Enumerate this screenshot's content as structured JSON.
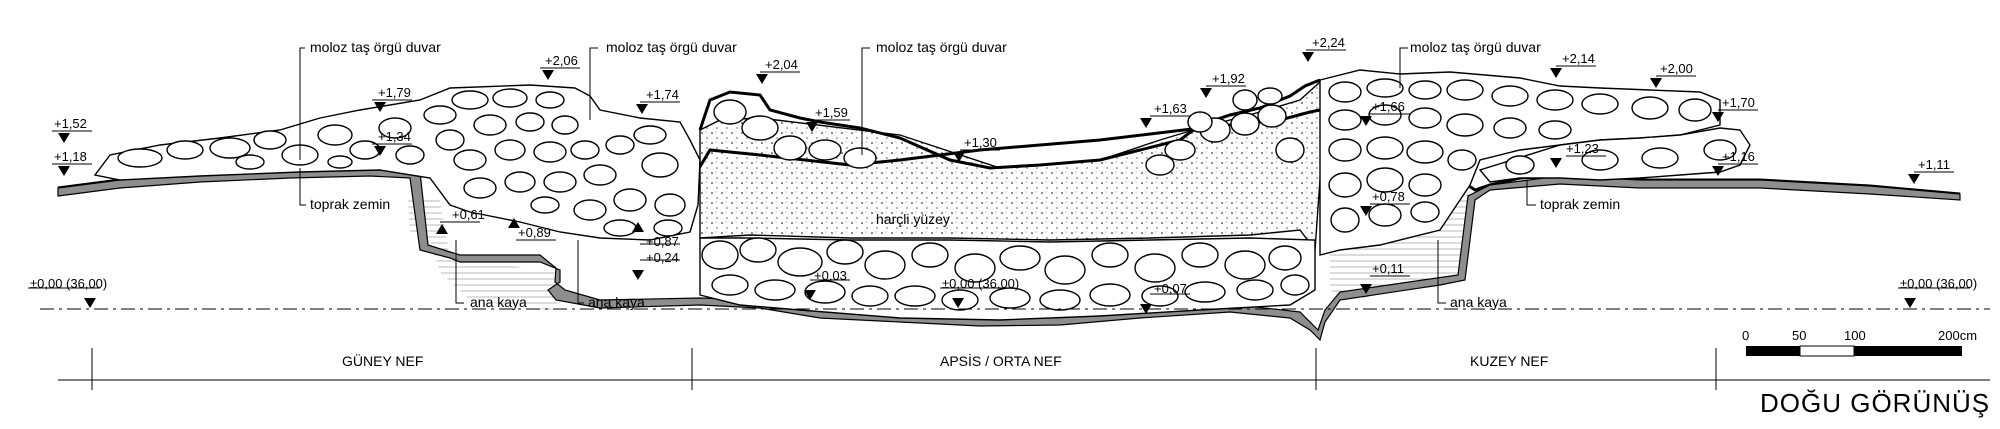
{
  "title": "DOĞU GÖRÜNÜŞ",
  "sections": [
    "GÜNEY NEF",
    "APSİS / ORTA NEF",
    "KUZEY NEF"
  ],
  "scale_bar": {
    "ticks": [
      "0",
      "50",
      "100",
      "200cm"
    ]
  },
  "annotations": {
    "wall1": "moloz taş örgü duvar",
    "wall2": "moloz taş örgü duvar",
    "wall3": "moloz taş örgü duvar",
    "wall4": "moloz taş örgü duvar",
    "soil1": "toprak zemin",
    "soil2": "toprak zemin",
    "mortar": "harçli yüzey",
    "rock1": "ana kaya",
    "rock2": "ana kaya",
    "rock3": "ana kaya"
  },
  "levels": {
    "l152": "+1,52",
    "l118": "+1,18",
    "l179": "+1,79",
    "l134": "+1,34",
    "l206": "+2,06",
    "l174": "+1,74",
    "l204": "+2,04",
    "l159": "+1,59",
    "l130": "+1,30",
    "l163": "+1,63",
    "l192": "+1,92",
    "l224": "+2,24",
    "l214": "+2,14",
    "l166": "+1,66",
    "l123": "+1,23",
    "l200": "+2,00",
    "l170": "+1,70",
    "l116": "+1,16",
    "l111": "+1,11",
    "l061": "+0,61",
    "l089": "+0,89",
    "l087": "+0,87",
    "l024": "+0,24",
    "l003": "+0,03",
    "l000c": "±0,00 (36,00)",
    "l007": "+0,07",
    "l078": "+0,78",
    "l011": "+0,11",
    "l000l": "±0,00 (36,00)",
    "l000r": "±0,00 (36,00)"
  }
}
